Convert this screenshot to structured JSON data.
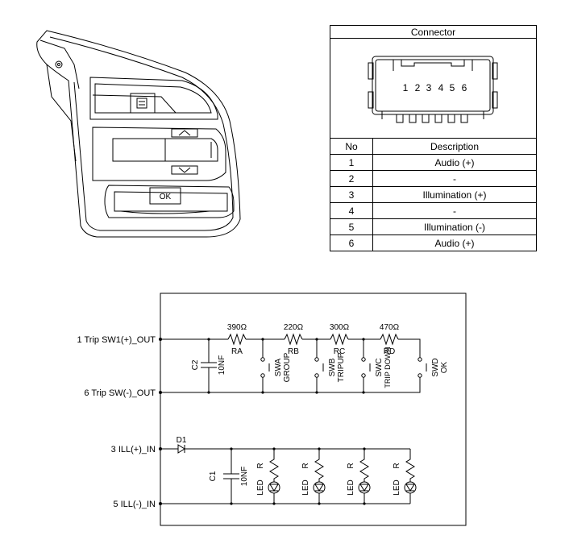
{
  "connector": {
    "title": "Connector",
    "pin_numbers": [
      "1",
      "2",
      "3",
      "4",
      "5",
      "6"
    ],
    "col_no": "No",
    "col_desc": "Description",
    "rows": [
      {
        "no": "1",
        "desc": "Audio (+)"
      },
      {
        "no": "2",
        "desc": "-"
      },
      {
        "no": "3",
        "desc": "Illumination (+)"
      },
      {
        "no": "4",
        "desc": "-"
      },
      {
        "no": "5",
        "desc": "Illumination (-)"
      },
      {
        "no": "6",
        "desc": "Audio (+)"
      }
    ]
  },
  "switch_panel": {
    "ok_label": "OK"
  },
  "circuit": {
    "terminals": {
      "t1": "1  Trip SW1(+)_OUT",
      "t6": "6  Trip SW(-)_OUT",
      "t3": "3  ILL(+)_IN",
      "t5": "5  ILL(-)_IN"
    },
    "resistors": [
      {
        "value": "390Ω",
        "name": "RA"
      },
      {
        "value": "220Ω",
        "name": "RB"
      },
      {
        "value": "300Ω",
        "name": "RC"
      },
      {
        "value": "470Ω",
        "name": "RD"
      }
    ],
    "capacitor_c2": {
      "name": "C2",
      "value": "10NF"
    },
    "capacitor_c1": {
      "name": "C1",
      "value": "10NF"
    },
    "switches": [
      {
        "name": "SWA",
        "function": "GROUP"
      },
      {
        "name": "SWB",
        "function": "TRIPUP"
      },
      {
        "name": "SWC",
        "function": "TRIP DOWN"
      },
      {
        "name": "SWD",
        "function": "OK"
      }
    ],
    "diode": "D1",
    "led_label": "LED",
    "led_resistor_label": "R"
  }
}
